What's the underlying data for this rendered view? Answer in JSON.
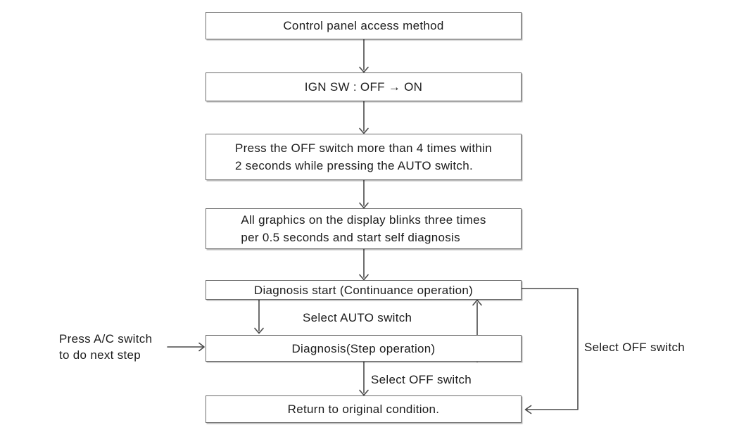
{
  "diagram": {
    "type": "flowchart",
    "colors": {
      "background": "#ffffff",
      "line": "#4a4a4a",
      "text": "#1c1c1c",
      "box_border": "#6b6b6b"
    },
    "boxes": [
      {
        "id": "control-panel-access-method",
        "lines": [
          "Control panel access method"
        ]
      },
      {
        "id": "ign-sw-off-on",
        "lines": [
          "IGN SW : OFF → ON"
        ]
      },
      {
        "id": "press-off-switch",
        "lines": [
          "Press the OFF switch more than 4 times within",
          "2 seconds while pressing the AUTO switch."
        ]
      },
      {
        "id": "graphics-blink-self-diagnosis",
        "lines": [
          "All graphics on the display blinks three times",
          "per 0.5 seconds and start self diagnosis"
        ]
      },
      {
        "id": "diagnosis-start-continuance",
        "lines": [
          "Diagnosis start (Continuance operation)"
        ]
      },
      {
        "id": "diagnosis-step-operation",
        "lines": [
          "Diagnosis(Step operation)"
        ]
      },
      {
        "id": "return-to-original-condition",
        "lines": [
          "Return to original condition."
        ]
      }
    ],
    "edge_labels": {
      "select_auto_switch": "Select AUTO switch",
      "select_off_switch_down": "Select OFF switch",
      "select_off_switch_loop": "Select OFF switch",
      "press_ac_switch": [
        "Press A/C switch",
        "to do next step"
      ]
    }
  }
}
